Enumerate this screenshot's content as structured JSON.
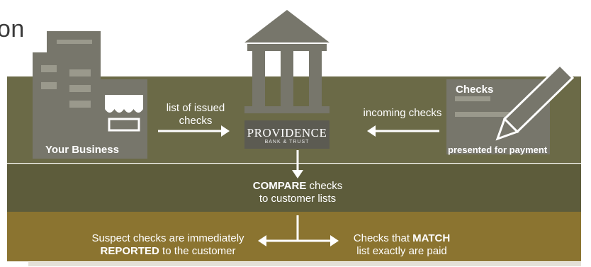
{
  "header": {
    "title_fragment": "on"
  },
  "business": {
    "label": "Your Business"
  },
  "arrows": {
    "list_label": "list of issued checks",
    "incoming_label": "incoming checks"
  },
  "bank": {
    "name": "PROVIDENCE",
    "subtitle": "BANK & TRUST"
  },
  "checks": {
    "header": "Checks",
    "footer": "presented for payment"
  },
  "compare": {
    "strong": "COMPARE",
    "rest": " checks",
    "line2": "to customer lists"
  },
  "suspect": {
    "line1": "Suspect checks are immediately",
    "strong": "REPORTED",
    "rest": " to the customer"
  },
  "match": {
    "pre": "Checks that ",
    "strong": "MATCH",
    "line2": "list exactly are paid"
  },
  "colors": {
    "band_top": "#6b6a47",
    "band_mid": "#5d5c3b",
    "band_bottom": "#8b7430",
    "icon_gray": "#77766b"
  },
  "icons": [
    "building-icon",
    "awning-icon",
    "bank-icon",
    "check-icon",
    "pen-icon"
  ]
}
